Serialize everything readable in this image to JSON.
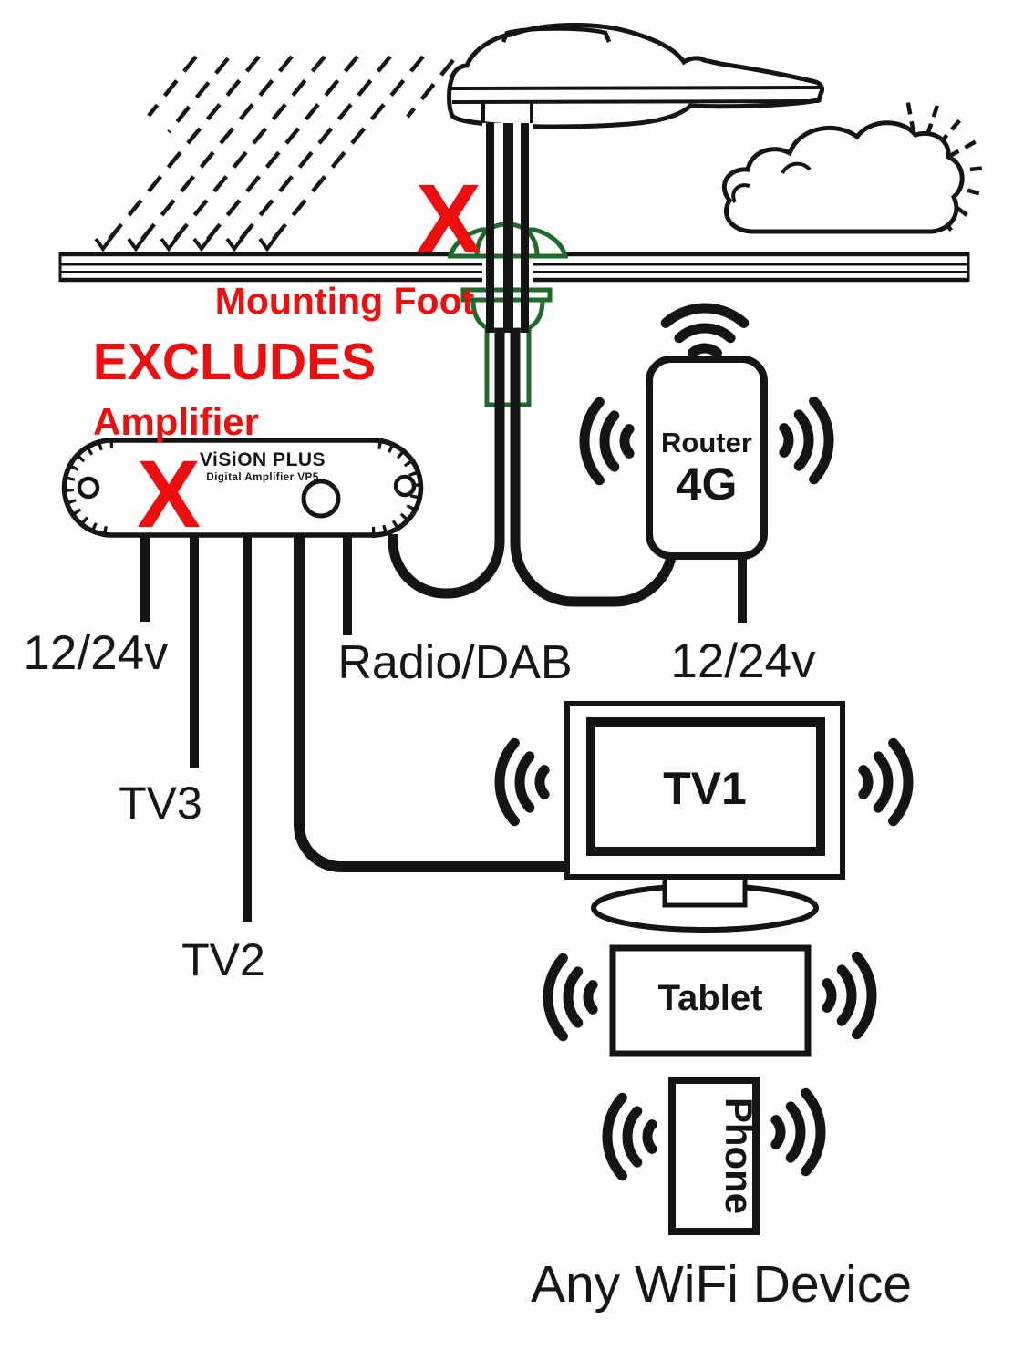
{
  "colors": {
    "red": "#ee0e0e",
    "green": "#1e6a2b",
    "ink": "#121212"
  },
  "annotations": {
    "mast_x": "X",
    "mounting_foot": "Mounting Foot",
    "excludes": "EXCLUDES",
    "amplifier_heading": "Amplifier",
    "amplifier_x": "X"
  },
  "amplifier": {
    "brand": "ViSiON PLUS",
    "model": "Digital Amplifier VP5"
  },
  "ports": {
    "power_left": "12/24v",
    "tv3": "TV3",
    "tv2": "TV2",
    "radio_dab": "Radio/DAB",
    "router_power": "12/24v"
  },
  "devices": {
    "router_name": "Router",
    "router_tech": "4G",
    "tv1": "TV1",
    "tablet": "Tablet",
    "phone": "Phone"
  },
  "caption": {
    "any_wifi_device": "Any WiFi Device"
  }
}
